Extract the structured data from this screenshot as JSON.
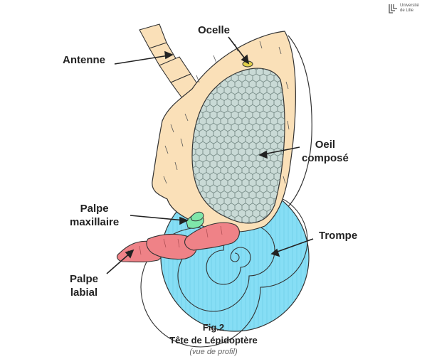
{
  "labels": {
    "ocelle": "Ocelle",
    "antenne": "Antenne",
    "oeil": "Oeil\ncomposé",
    "palpe_maxillaire": "Palpe\nmaxillaire",
    "trompe": "Trompe",
    "palpe_labial": "Palpe\nlabial"
  },
  "caption": {
    "number": "Fig.2",
    "title": "Tête de Lépidoptère",
    "subtitle": "(vue de profil)"
  },
  "logo": {
    "text": "Université\nde Lille"
  },
  "colors": {
    "head": "#fae0b8",
    "eye": "#c9dad6",
    "eye_mesh": "#5f7570",
    "proboscis": "#86def5",
    "labial_palp": "#ef8287",
    "maxillary_palp": "#7fe6aa",
    "ocellus": "#e2d04a",
    "outline": "#333333"
  }
}
